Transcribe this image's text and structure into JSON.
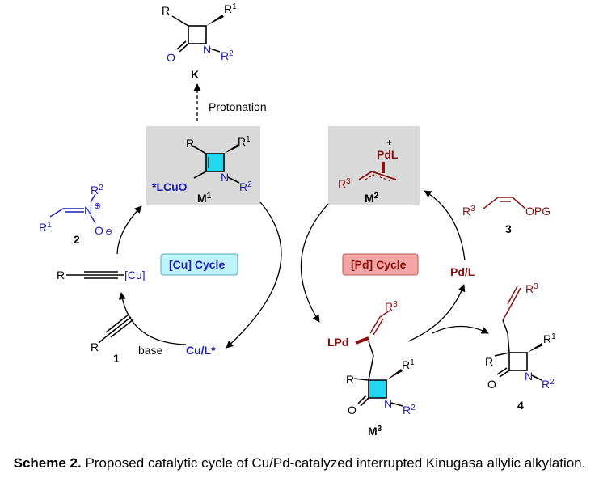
{
  "colors": {
    "cu_blue": "#1d1db8",
    "pd_red": "#8b1111",
    "ring_fill": "#22d8f0",
    "box_gray": "#d9d9d9",
    "cu_badge": "#bff3fb",
    "pd_badge": "#f4a5a5"
  },
  "labels": {
    "K_title": "K",
    "protonation": "Protonation",
    "M1_title": "M1",
    "M2_title": "M2",
    "M3_title": "M3",
    "cmpd1": "1",
    "cmpd2": "2",
    "cmpd3": "3",
    "cmpd4": "4",
    "cu_cycle": "[Cu] Cycle",
    "pd_cycle": "[Pd] Cycle",
    "cul_star": "Cu/L*",
    "pdl": "Pd/L",
    "base": "base",
    "cu_acetylide": "[Cu]",
    "lcuo": "*LCuO",
    "pdl_cation": "PdL",
    "lpd": "LPd",
    "opg": "OPG",
    "N": "N",
    "O": "O",
    "R": "R",
    "R1": "R1",
    "R2": "R2",
    "R3": "R3"
  },
  "caption": {
    "bold": "Scheme 2.",
    "text": " Proposed catalytic cycle of Cu/Pd-catalyzed interrupted Kinugasa allylic alkylation."
  }
}
